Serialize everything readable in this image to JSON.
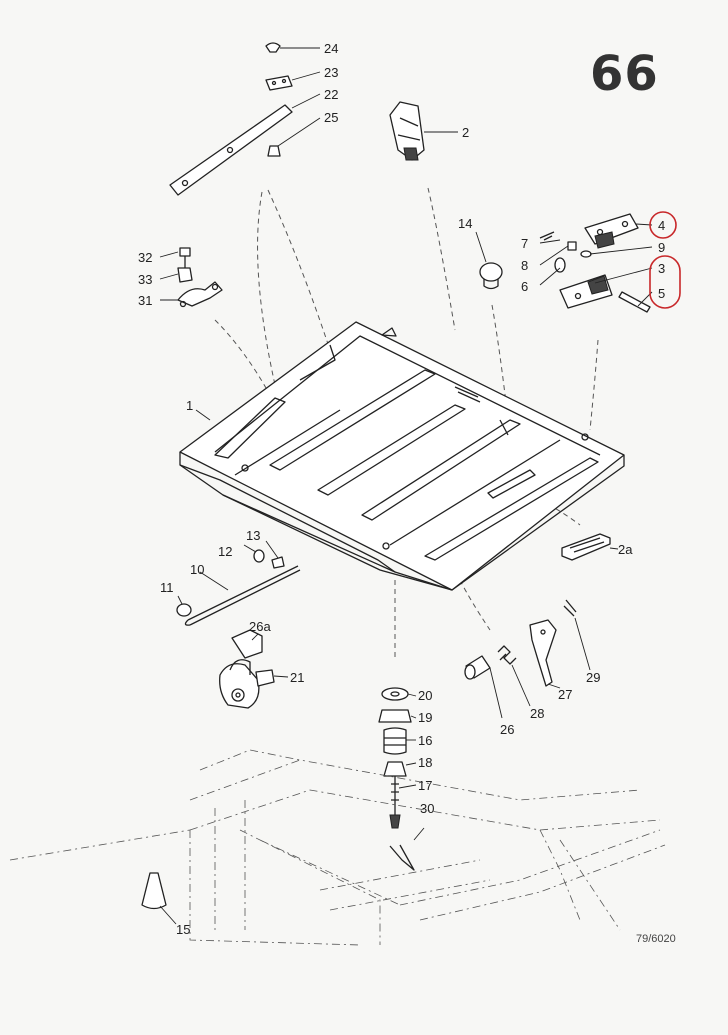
{
  "page": {
    "number": "66",
    "drawing_ref": "79/6020"
  },
  "callouts": [
    "1",
    "2",
    "2a",
    "3",
    "4",
    "5",
    "6",
    "7",
    "8",
    "9",
    "10",
    "11",
    "12",
    "13",
    "14",
    "15",
    "16",
    "17",
    "18",
    "19",
    "20",
    "21",
    "22",
    "23",
    "24",
    "25",
    "26",
    "26a",
    "27",
    "28",
    "29",
    "30",
    "31",
    "32",
    "33"
  ],
  "highlighted_callouts": [
    "4",
    "3",
    "5"
  ],
  "colors": {
    "ink": "#222222",
    "highlight": "#c8282a",
    "paper": "#f7f7f5"
  }
}
